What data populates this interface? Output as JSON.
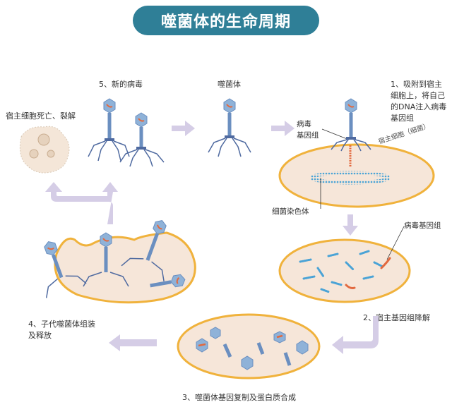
{
  "title": "噬菌体的生命周期",
  "labels": {
    "step1": "1、吸附到宿主细胞上，将自己的DNA注入病毒基因组",
    "step1_lines": [
      "1、吸附到宿主",
      "细胞上，将自己",
      "的DNA注入病毒",
      "基因组"
    ],
    "viral_genome_1": "病毒\n基因组",
    "viral_genome_1_lines": [
      "病毒",
      "基因组"
    ],
    "host_cell": "宿主细胞（细菌）",
    "bacterial_chromosome": "细菌染色体",
    "viral_genome_2": "病毒基因组",
    "step2": "2、宿主基因组降解",
    "step3": "3、噬菌体基因复制及蛋白质合成",
    "step4_lines": [
      "4、子代噬菌体组装",
      "及释放"
    ],
    "step5": "5、新的病毒",
    "phage": "噬菌体",
    "host_death_lysis": "宿主细胞死亡、裂解"
  },
  "colors": {
    "title_bg": "#2f7f97",
    "cell_fill": "#f6e6d9",
    "cell_border": "#f0b23c",
    "arrow": "#d5cde6",
    "phage_head": "#8fb2d8",
    "phage_body": "#6b8fc0",
    "phage_legs": "#4f6aa0",
    "dna_red": "#e2693f",
    "dna_blue": "#4aa3d6"
  }
}
